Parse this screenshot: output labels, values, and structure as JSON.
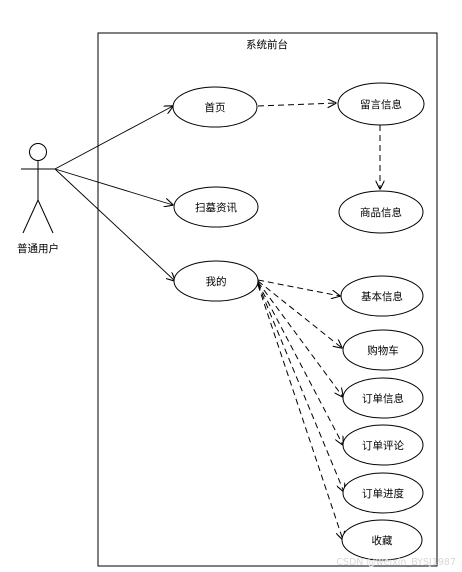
{
  "system": {
    "title": "系统前台"
  },
  "actor": {
    "label": "普通用户"
  },
  "use_cases": {
    "home": "首页",
    "scan": "扫墓资讯",
    "mine": "我的",
    "message": "留言信息",
    "product": "商品信息",
    "basic_info": "基本信息",
    "cart": "购物车",
    "order_info": "订单信息",
    "order_review": "订单评论",
    "order_progress": "订单进度",
    "favorites": "收藏"
  },
  "watermark": {
    "text": "CSDN @weixin_BYSJ1987"
  },
  "colors": {
    "line": "#000000",
    "background": "#ffffff"
  }
}
